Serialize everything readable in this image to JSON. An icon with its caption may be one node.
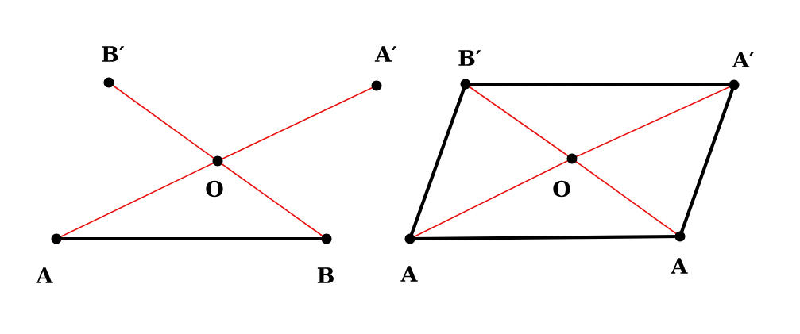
{
  "diagram": {
    "nodes": [
      {
        "text": [],
        "shape": "circle",
        "beside": [
          "A"
        ]
      },
      {
        "text": [],
        "shape": "circle",
        "beside": [
          "B"
        ]
      },
      {
        "text": [],
        "shape": "circle",
        "beside": [
          "O"
        ]
      },
      {
        "text": [],
        "shape": "circle",
        "beside": [
          "B′"
        ]
      },
      {
        "text": [],
        "shape": "circle",
        "beside": [
          "A′"
        ]
      },
      {
        "text": [],
        "shape": "circle",
        "beside": [
          "A"
        ]
      },
      {
        "text": [],
        "shape": "circle",
        "beside": [
          "A"
        ]
      },
      {
        "text": [],
        "shape": "circle",
        "beside": [
          "O"
        ]
      },
      {
        "text": [],
        "shape": "circle",
        "beside": [
          "B′"
        ]
      },
      {
        "text": [],
        "shape": "circle",
        "beside": [
          "A′"
        ]
      }
    ],
    "edges": [
      {
        "from": 0,
        "to": 1,
        "arrow": "none",
        "style": "thick",
        "color": "#000000"
      },
      {
        "from": 0,
        "to": 2,
        "arrow": "none"
      },
      {
        "from": 2,
        "to": 4,
        "arrow": "none"
      },
      {
        "from": 3,
        "to": 2,
        "arrow": "none"
      },
      {
        "from": 2,
        "to": 1,
        "arrow": "none"
      },
      {
        "from": 5,
        "to": 6,
        "arrow": "none",
        "style": "thick",
        "color": "#000000"
      },
      {
        "from": 6,
        "to": 9,
        "arrow": "none",
        "style": "thick",
        "color": "#000000"
      },
      {
        "from": 9,
        "to": 8,
        "arrow": "none",
        "style": "thick",
        "color": "#000000"
      },
      {
        "from": 8,
        "to": 5,
        "arrow": "none",
        "style": "thick",
        "color": "#000000"
      },
      {
        "from": 5,
        "to": 7,
        "arrow": "none"
      },
      {
        "from": 7,
        "to": 9,
        "arrow": "none"
      },
      {
        "from": 8,
        "to": 7,
        "arrow": "none"
      },
      {
        "from": 7,
        "to": 6,
        "arrow": "none"
      }
    ]
  }
}
